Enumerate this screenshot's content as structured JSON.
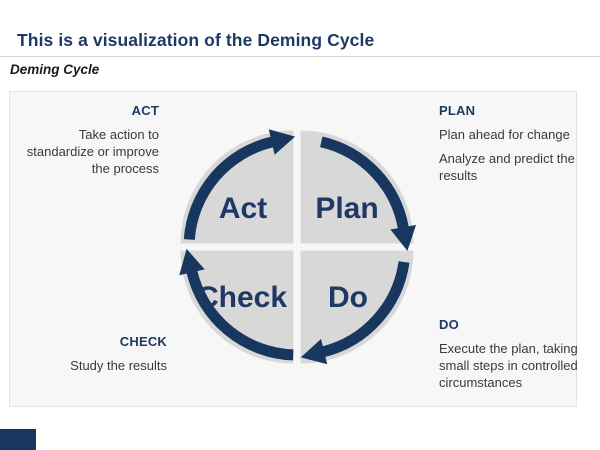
{
  "page": {
    "title": "This is a visualization of the Deming Cycle",
    "subtitle": "Deming Cycle"
  },
  "colors": {
    "accent_navy": "#17375E",
    "heading_navy": "#1F3864",
    "quadrant_gray": "#D8D8D8",
    "panel_background": "#F7F7F7",
    "body_text": "#3A3A3A"
  },
  "diagram": {
    "quadrant_labels": {
      "act": "Act",
      "plan": "Plan",
      "check": "Check",
      "do": "Do"
    },
    "annotations": {
      "act": {
        "heading": "ACT",
        "body": "Take action to standardize or improve the process"
      },
      "plan": {
        "heading": "PLAN",
        "body1": "Plan ahead for change",
        "body2": "Analyze and predict the results"
      },
      "check": {
        "heading": "CHECK",
        "body": "Study the results"
      },
      "do": {
        "heading": "DO",
        "body": "Execute the plan, taking small steps in controlled circumstances"
      }
    }
  }
}
